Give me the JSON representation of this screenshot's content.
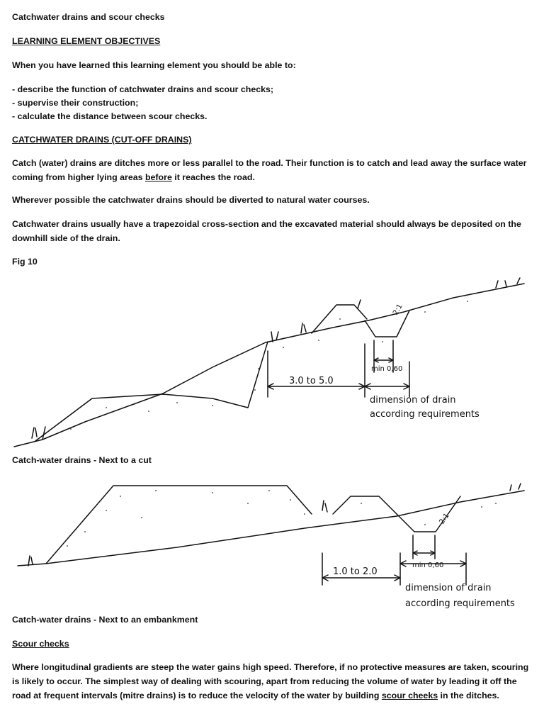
{
  "doc": {
    "title": "Catchwater drains and scour checks",
    "objectives_heading": "LEARNING ELEMENT OBJECTIVES",
    "intro": "When you have learned this learning element you should be able to:",
    "objectives": [
      "- describe the function of catchwater drains and scour checks;",
      "- supervise their construction;",
      "- calculate the distance between scour checks."
    ],
    "catchwater_heading": "CATCHWATER DRAINS (CUT-OFF DRAINS)",
    "p1_a": "Catch (water) drains are ditches more or less parallel to the road. Their function is to catch and lead away the surface water coming from higher lying areas ",
    "p1_u": "before",
    "p1_b": " it reaches the road.",
    "p2": "Wherever possible the catchwater drains should be diverted to natural water courses.",
    "p3": "Catchwater drains usually have a trapezoidal cross-section and the excavated material should always be deposited on the downhill side of the drain.",
    "fig_label": "Fig 10",
    "caption1": "Catch-water drains - Next to a cut",
    "caption2": "Catch-water drains - Next to an embankment",
    "scour_heading": "Scour checks",
    "p4_a": "Where longitudinal gradients are steep the water gains high speed. Therefore, if no protective measures are taken, scouring is likely to occur. The simplest way of dealing with scouring, apart from reducing the volume of water by leading it off the road at frequent intervals (mitre drains) is to reduce the velocity of the water by building ",
    "p4_u": "scour cheeks",
    "p4_b": " in the ditches."
  },
  "fig1": {
    "distance": "3.0 to 5.0",
    "min": "min 0,60",
    "slope": "2:1",
    "dim1": "dimension of drain",
    "dim2": "according requirements"
  },
  "fig2": {
    "distance": "1.0 to 2.0",
    "min": "min 0,60",
    "slope": "2:1",
    "dim1": "dimension of drain",
    "dim2": "according requirements"
  }
}
